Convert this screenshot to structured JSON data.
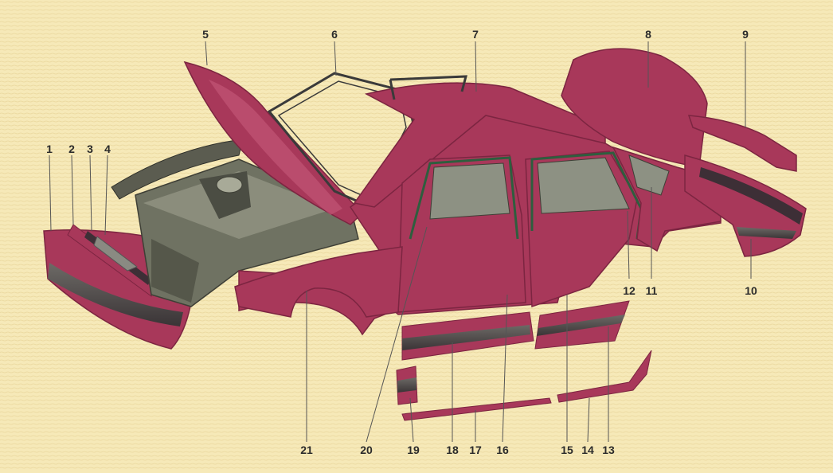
{
  "callouts": [
    {
      "id": "1",
      "label": "1"
    },
    {
      "id": "2",
      "label": "2"
    },
    {
      "id": "3",
      "label": "3"
    },
    {
      "id": "4",
      "label": "4"
    },
    {
      "id": "5",
      "label": "5"
    },
    {
      "id": "6",
      "label": "6"
    },
    {
      "id": "7",
      "label": "7"
    },
    {
      "id": "8",
      "label": "8"
    },
    {
      "id": "9",
      "label": "9"
    },
    {
      "id": "10",
      "label": "10"
    },
    {
      "id": "11",
      "label": "11"
    },
    {
      "id": "12",
      "label": "12"
    },
    {
      "id": "13",
      "label": "13"
    },
    {
      "id": "14",
      "label": "14"
    },
    {
      "id": "15",
      "label": "15"
    },
    {
      "id": "16",
      "label": "16"
    },
    {
      "id": "17",
      "label": "17"
    },
    {
      "id": "18",
      "label": "18"
    },
    {
      "id": "19",
      "label": "19"
    },
    {
      "id": "20",
      "label": "20"
    },
    {
      "id": "21",
      "label": "21"
    }
  ],
  "colors": {
    "background": "#f6e9b8",
    "paint": "#a8385a",
    "paint_dark": "#7c2541",
    "paint_light": "#c65a7a",
    "interior": "#7a7c6c",
    "interior_dark": "#3e3f36",
    "trim_dark": "#3d2f36",
    "leader": "#555555"
  }
}
